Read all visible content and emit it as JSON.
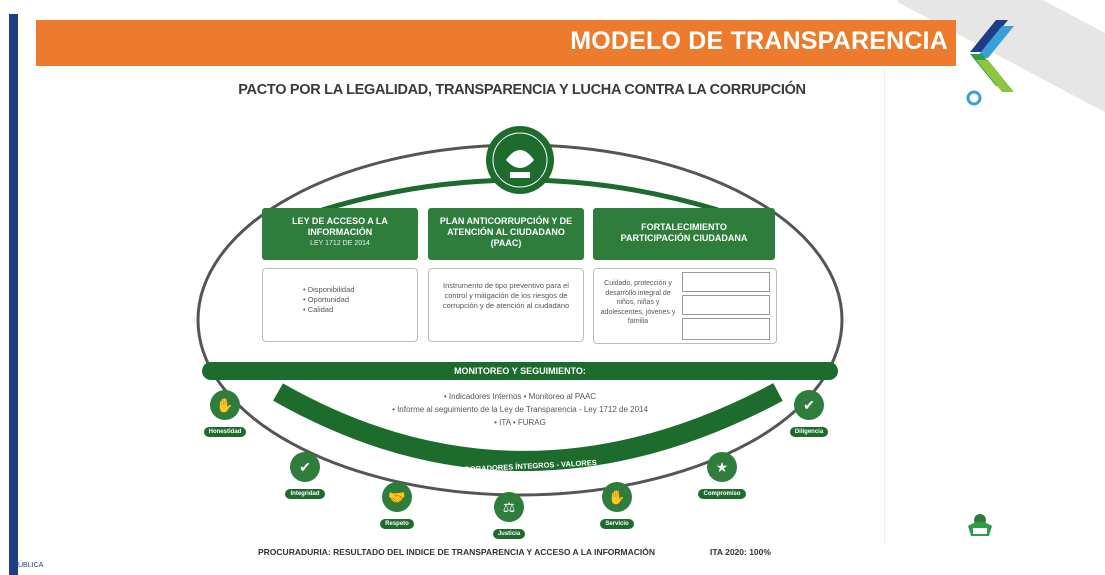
{
  "header": {
    "title": "MODELO DE TRANSPARENCIA",
    "brand_colors": {
      "orange": "#ec7b2e",
      "blue": "#1f3c88",
      "green": "#2e7d3c"
    }
  },
  "slide": {
    "subtitle": "PACTO POR LA LEGALIDAD, TRANSPARENCIA Y LUCHA CONTRA LA CORRUPCIÓN",
    "pillars": [
      {
        "title": "LEY DE ACCESO A LA INFORMACIÓN",
        "subtitle": "LEY 1712 DE 2014",
        "items": [
          "• Disponibilidad",
          "• Oportunidad",
          "• Calidad"
        ]
      },
      {
        "title": "PLAN ANTICORRUPCIÓN Y DE ATENCIÓN AL CIUDADANO (PAAC)",
        "body": "Instrumento de tipo preventivo para el control y mitigación de los riesgos de corrupción y de atención al ciudadano"
      },
      {
        "title": "FORTALECIMIENTO PARTICIPACIÓN CIUDADANA",
        "body": "Cuidado, protección y desarrollo integral de niños, niñas y adolescentes, jóvenes y familia"
      }
    ],
    "monitoring": {
      "title": "MONITOREO Y SEGUIMIENTO:",
      "lines": [
        "• Indicadores Internos     • Monitoreo al PAAC",
        "• Informe al seguimiento de la Ley de Transparencia - Ley 1712 de 2014",
        "• ITA     • FURAG"
      ]
    },
    "values_arc": "COLABORADORES ÍNTEGROS - VALORES",
    "values": [
      "Honestidad",
      "Integridad",
      "Respeto",
      "Justicia",
      "Servicio",
      "Compromiso",
      "Diligencia"
    ]
  },
  "footer": {
    "text": "PROCURADURIA: RESULTADO DEL INDICE DE TRANSPARENCIA Y ACCESO A LA INFORMACIÓN",
    "ita": "ITA 2020: 100%",
    "corner": "ÚBLICA"
  }
}
